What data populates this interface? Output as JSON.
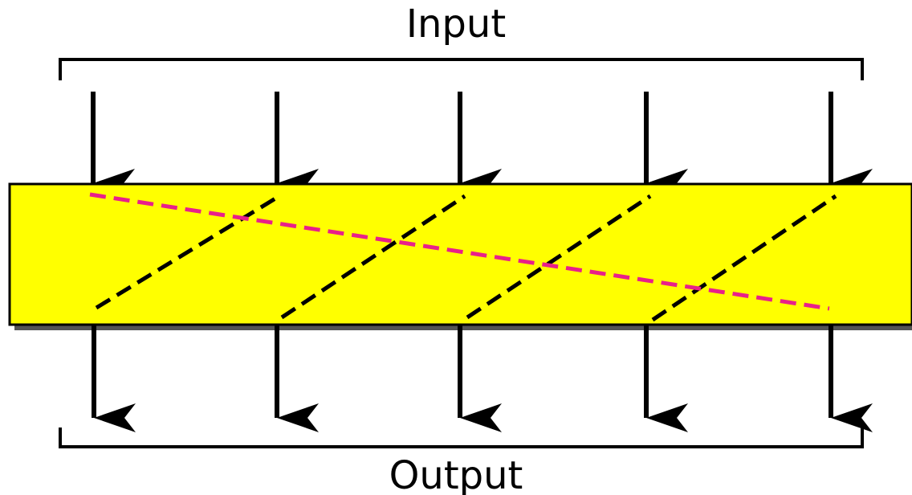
{
  "labels": {
    "top": "Input",
    "bottom": "Output"
  },
  "colors": {
    "background": "#ffffff",
    "box_fill": "#ffff00",
    "box_stroke": "#000000",
    "shadow": "#555555",
    "arrow": "#000000",
    "bracket": "#000000",
    "diagonal_lines": "#000000",
    "highlight_line": "#e8208a"
  },
  "diagram": {
    "input_arrow_count": 5,
    "output_arrow_count": 5,
    "black_dashed_diagonal_count": 4,
    "highlight_dashed_line_count": 1
  }
}
